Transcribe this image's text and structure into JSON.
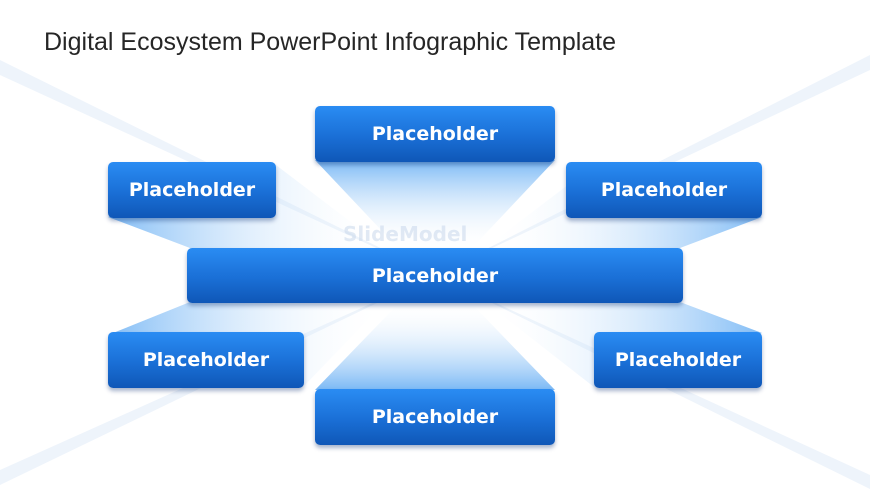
{
  "slide": {
    "title": "Digital Ecosystem PowerPoint Infographic Template"
  },
  "diagram": {
    "center": {
      "label": "Placeholder"
    },
    "top": {
      "label": "Placeholder"
    },
    "bottom": {
      "label": "Placeholder"
    },
    "left_top": {
      "label": "Placeholder"
    },
    "right_top": {
      "label": "Placeholder"
    },
    "left_bottom": {
      "label": "Placeholder"
    },
    "right_bottom": {
      "label": "Placeholder"
    }
  },
  "watermark": "SlideModel",
  "colors": {
    "box_top": "#2a8cf3",
    "box_bottom": "#0f57b7",
    "ray_light": "#cfe6fc",
    "ray_strong": "#5fa9f2"
  }
}
